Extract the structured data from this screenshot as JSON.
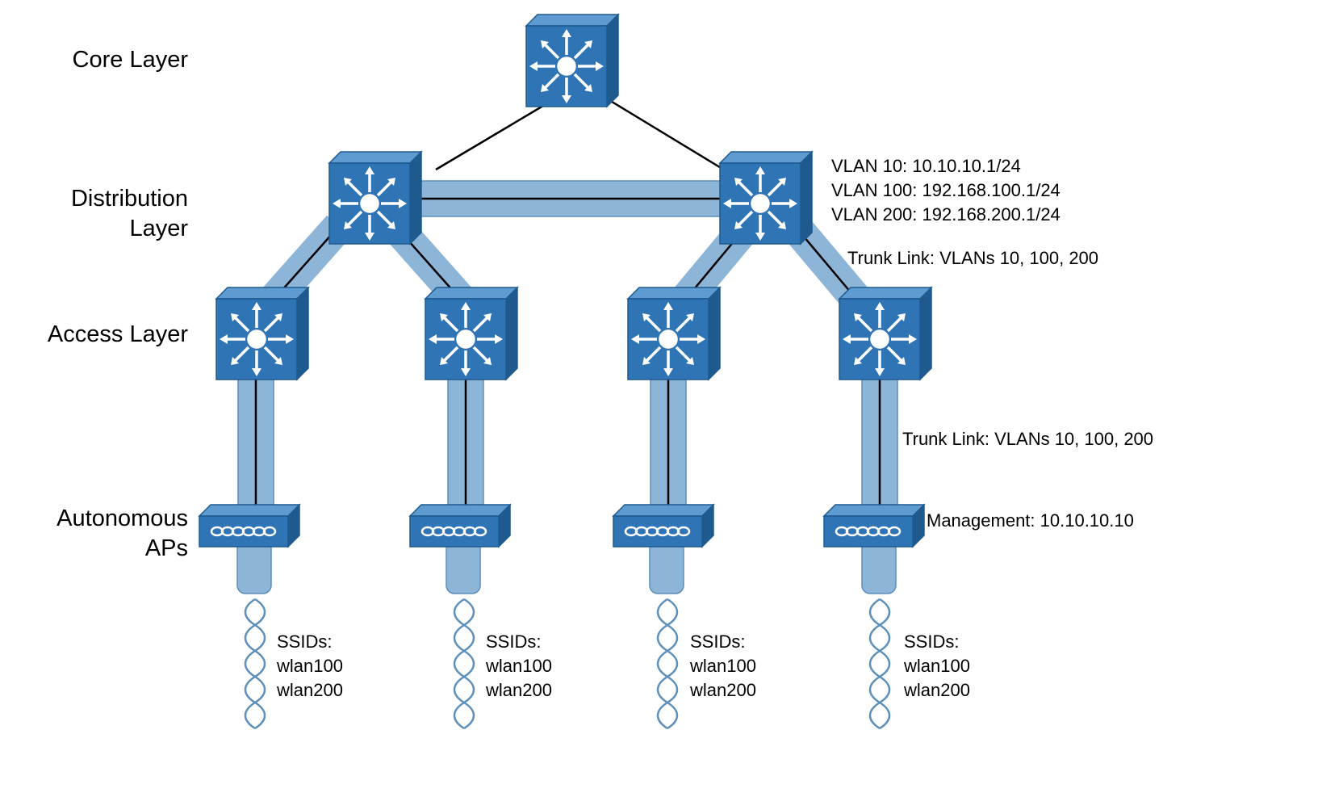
{
  "layers": {
    "core": "Core Layer",
    "distribution_1": "Distribution",
    "distribution_2": "Layer",
    "access": "Access Layer",
    "aps_1": "Autonomous",
    "aps_2": "APs"
  },
  "annotations": {
    "vlan10": "VLAN 10: 10.10.10.1/24",
    "vlan100": "VLAN 100: 192.168.100.1/24",
    "vlan200": "VLAN 200: 192.168.200.1/24",
    "trunk_upper": "Trunk Link: VLANs 10, 100, 200",
    "trunk_lower": "Trunk Link: VLANs 10, 100, 200",
    "management": "Management: 10.10.10.10"
  },
  "access_points": [
    {
      "ssid_heading": "SSIDs:",
      "ssid_1": "wlan100",
      "ssid_2": "wlan200"
    },
    {
      "ssid_heading": "SSIDs:",
      "ssid_1": "wlan100",
      "ssid_2": "wlan200"
    },
    {
      "ssid_heading": "SSIDs:",
      "ssid_1": "wlan100",
      "ssid_2": "wlan200"
    },
    {
      "ssid_heading": "SSIDs:",
      "ssid_1": "wlan100",
      "ssid_2": "wlan200"
    }
  ],
  "colors": {
    "device": "#2f74b5",
    "device_dark": "#1f5a8f",
    "trunk": "#8db5d8",
    "trunk_edge": "#5c8fba",
    "link": "#000000"
  }
}
